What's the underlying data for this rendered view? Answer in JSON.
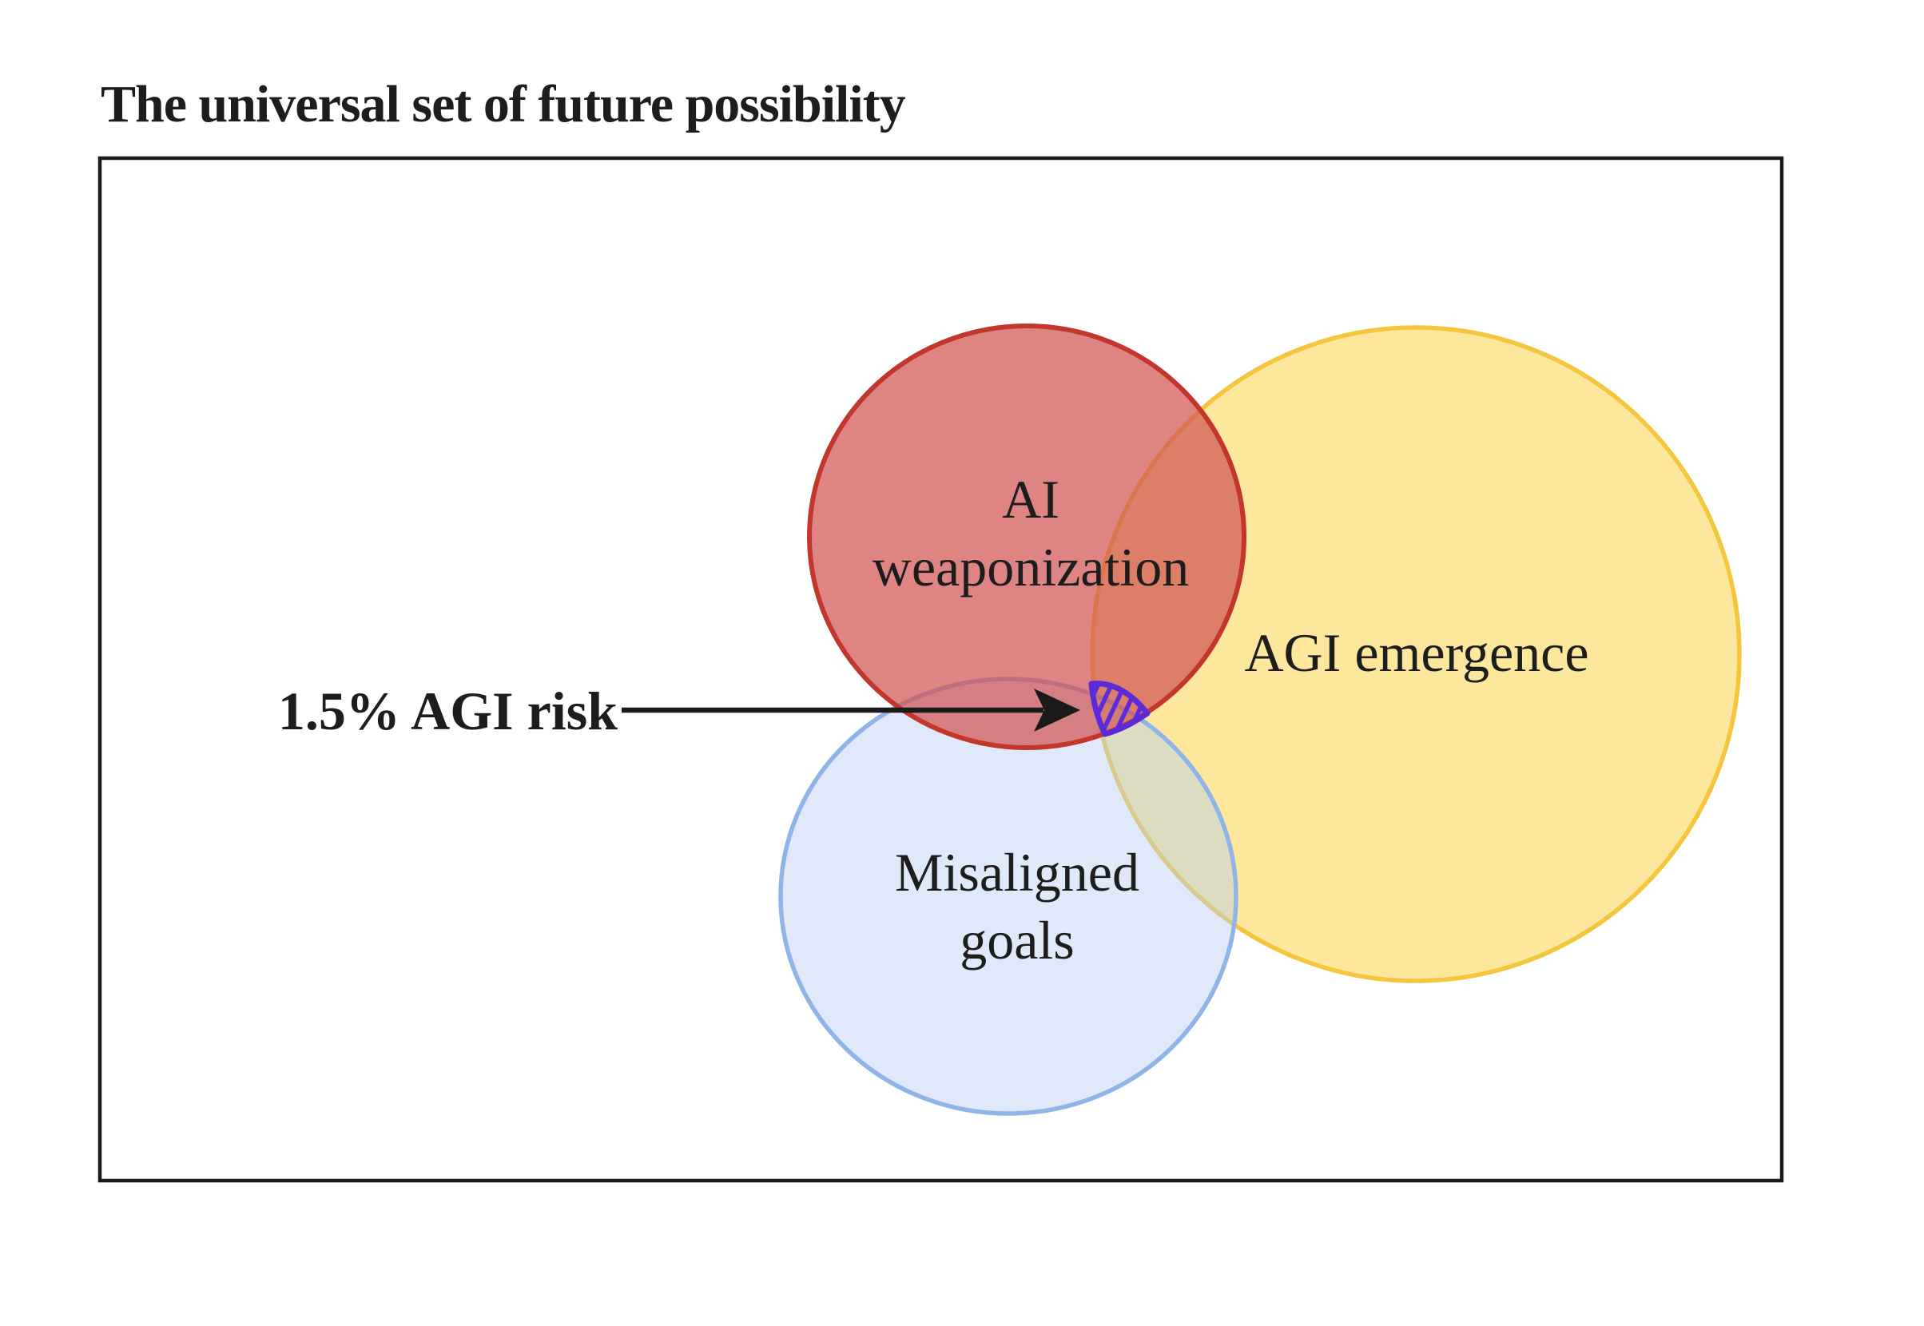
{
  "page": {
    "title": "The universal set of future possibility"
  },
  "diagram": {
    "sets": [
      {
        "name": "AI weaponization",
        "label_line1": "AI",
        "label_line2": "weaponization",
        "fill": "#d15654",
        "stroke": "#c2362b"
      },
      {
        "name": "AGI emergence",
        "label": "AGI emergence",
        "fill": "#fce594",
        "stroke": "#f5c53e"
      },
      {
        "name": "Misaligned goals",
        "label_line1": "Misaligned",
        "label_line2": "goals",
        "fill": "#b9cff1",
        "stroke": "#8fb4e8"
      }
    ],
    "annotation": {
      "label": "1.5% AGI risk",
      "hatch_color": "#5b2bd9",
      "arrow_color": "#1a1a1a",
      "box_border_color": "#1a1a1a"
    }
  }
}
